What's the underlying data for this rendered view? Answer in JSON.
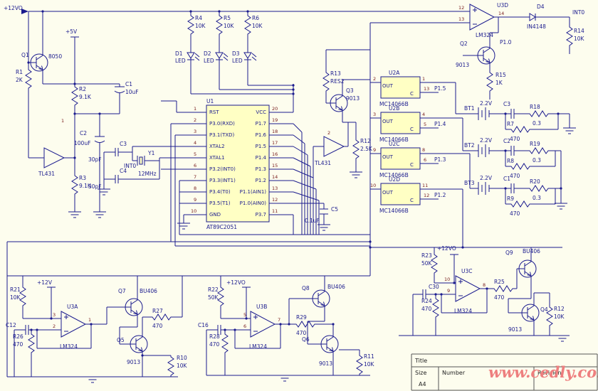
{
  "sheet": {
    "background": "#fdfdee",
    "wire_color": "#1b1b8e",
    "part_fill": "#ffffc4",
    "watermark_color": "#ee7f7f"
  },
  "watermark": "www.cedly.com",
  "title_block": {
    "title": "Title",
    "size_label": "Size",
    "size_value": "A4",
    "number_label": "Number",
    "revision_label": "Revision"
  },
  "power": {
    "v12o_top": "+12VO",
    "v5": "+5V",
    "v12": "+12V",
    "v12o_mid": "+12VO",
    "v12o_right": "+12VO",
    "int0_top": "INT0",
    "int0_mcu": "INT0",
    "p10": "P1.0"
  },
  "mcu": {
    "ref": "U1",
    "part": "AT89C2051",
    "pins": [
      {
        "ln": "1",
        "ll": "RST",
        "rl": "VCC",
        "rn": "20"
      },
      {
        "ln": "2",
        "ll": "P3.0(RXD)",
        "rl": "P1.7",
        "rn": "19"
      },
      {
        "ln": "3",
        "ll": "P3.1(TXD)",
        "rl": "P1.6",
        "rn": "18"
      },
      {
        "ln": "4",
        "ll": "XTAL2",
        "rl": "P1.5",
        "rn": "17"
      },
      {
        "ln": "5",
        "ll": "XTAL1",
        "rl": "P1.4",
        "rn": "16"
      },
      {
        "ln": "6",
        "ll": "P3.2(INT0)",
        "rl": "P1.3",
        "rn": "15"
      },
      {
        "ln": "7",
        "ll": "P3.3(INT1)",
        "rl": "P1.2",
        "rn": "14"
      },
      {
        "ln": "8",
        "ll": "P3.4(T0)",
        "rl": "P1.1(AIN1)",
        "rn": "13"
      },
      {
        "ln": "9",
        "ll": "P3.5(T1)",
        "rl": "P1.0(AIN0)",
        "rn": "12"
      },
      {
        "ln": "10",
        "ll": "GND",
        "rl": "P3.7",
        "rn": "11"
      }
    ]
  },
  "switches": [
    {
      "ref": "U2A",
      "part": "MC14066B",
      "out_label": "OUT",
      "c_label": "C",
      "in_pin": "2",
      "out_pin": "1",
      "ctrl_pin": "13",
      "net": "P1.5"
    },
    {
      "ref": "U2B",
      "part": "MC14066B",
      "out_label": "OUT",
      "c_label": "C",
      "in_pin": "3",
      "out_pin": "4",
      "ctrl_pin": "5",
      "net": "P1.4"
    },
    {
      "ref": "U2C",
      "part": "MC14066B",
      "out_label": "OUT",
      "c_label": "C",
      "in_pin": "9",
      "out_pin": "8",
      "ctrl_pin": "6",
      "net": "P1.3"
    },
    {
      "ref": "U2D",
      "part": "MC14066B",
      "out_label": "OUT",
      "c_label": "C",
      "in_pin": "10",
      "out_pin": "11",
      "ctrl_pin": "12",
      "net": "P1.2"
    }
  ],
  "opamps": {
    "u3a": {
      "ref": "U3A",
      "part": "LM324",
      "pin_p": "3",
      "pin_n": "2",
      "pin_out": "1"
    },
    "u3b": {
      "ref": "U3B",
      "part": "LM324",
      "pin_p": "5",
      "pin_n": "6",
      "pin_out": "7"
    },
    "u3c": {
      "ref": "U3C",
      "part": "LM324",
      "pin_p": "10",
      "pin_n": "9",
      "pin_out": "8"
    },
    "u3d": {
      "ref": "U3D",
      "part": "LM324",
      "pin_in1": "12",
      "pin_in2": "13",
      "pin_out": "14"
    }
  },
  "transistors": {
    "q1": {
      "ref": "Q1",
      "part": "8050"
    },
    "q2": {
      "ref": "Q2",
      "part": "9013"
    },
    "q3": {
      "ref": "Q3",
      "part": "9013"
    },
    "q4": {
      "ref": "Q4",
      "part": "9013"
    },
    "q5": {
      "ref": "Q5",
      "part": "9013"
    },
    "q6": {
      "ref": "Q6",
      "part": "9013"
    },
    "q7": {
      "ref": "Q7",
      "part": "BU406"
    },
    "q8": {
      "ref": "Q8",
      "part": "BU406"
    },
    "q9": {
      "ref": "Q9",
      "part": "BU406"
    }
  },
  "resistors": {
    "r1": {
      "ref": "R1",
      "val": "2K"
    },
    "r2": {
      "ref": "R2",
      "val": "9.1K"
    },
    "r3": {
      "ref": "R3",
      "val": "9.1K"
    },
    "r4": {
      "ref": "R4",
      "val": "10K"
    },
    "r5": {
      "ref": "R5",
      "val": "10K"
    },
    "r6": {
      "ref": "R6",
      "val": "10K"
    },
    "r7": {
      "ref": "R7",
      "val": "470"
    },
    "r8": {
      "ref": "R8",
      "val": "470"
    },
    "r9": {
      "ref": "R9",
      "val": "470"
    },
    "r10": {
      "ref": "R10",
      "val": "10K"
    },
    "r11": {
      "ref": "R11",
      "val": "10K"
    },
    "r12": {
      "ref": "R12",
      "val": "2.5K"
    },
    "r12b": {
      "ref": "R12",
      "val": "10K"
    },
    "r13": {
      "ref": "R13",
      "val": "RES2"
    },
    "r14": {
      "ref": "R14",
      "val": "10K"
    },
    "r15": {
      "ref": "R15",
      "val": "1K"
    },
    "r18": {
      "ref": "R18",
      "val": "0.3"
    },
    "r19": {
      "ref": "R19",
      "val": "0.3"
    },
    "r20": {
      "ref": "R20",
      "val": "0.3"
    },
    "r21": {
      "ref": "R21",
      "val": "10K"
    },
    "r22": {
      "ref": "R22",
      "val": "50K"
    },
    "r23": {
      "ref": "R23",
      "val": "50K"
    },
    "r24": {
      "ref": "R24",
      "val": "470"
    },
    "r25": {
      "ref": "R25",
      "val": "470"
    },
    "r26": {
      "ref": "R26",
      "val": "470"
    },
    "r27": {
      "ref": "R27",
      "val": "470"
    },
    "r28": {
      "ref": "R28",
      "val": "470"
    },
    "r29": {
      "ref": "R29",
      "val": "470"
    }
  },
  "capacitors": {
    "c1": {
      "ref": "C1",
      "val": "10uF"
    },
    "c2": {
      "ref": "C2",
      "val": "100uF"
    },
    "c3": {
      "ref": "C3",
      "val": "30pF"
    },
    "c4": {
      "ref": "C4",
      "val": "30pF"
    },
    "c5": {
      "ref": "C5",
      "val": "0.1uF"
    },
    "c12": {
      "ref": "C12"
    },
    "c16": {
      "ref": "C16"
    },
    "c30": {
      "ref": "C30"
    },
    "cb1": {
      "ref": "C3"
    },
    "cb2": {
      "ref": "C2"
    },
    "cb3": {
      "ref": "C1"
    }
  },
  "batteries": [
    {
      "ref": "BT1",
      "val": "2.2V"
    },
    {
      "ref": "BT2",
      "val": "2.2V"
    },
    {
      "ref": "BT3",
      "val": "2.2V"
    }
  ],
  "diodes": {
    "d1": {
      "ref": "D1",
      "val": "LED"
    },
    "d2": {
      "ref": "D2",
      "val": "LED"
    },
    "d3": {
      "ref": "D3",
      "val": "LED"
    },
    "d4": {
      "ref": "D4",
      "val": "IN4148"
    }
  },
  "misc": {
    "tl431_a": "TL431",
    "tl431_b": "TL431",
    "pin1": "1",
    "pin2": "2",
    "y1": {
      "ref": "Y1",
      "val": "12MHz"
    }
  }
}
